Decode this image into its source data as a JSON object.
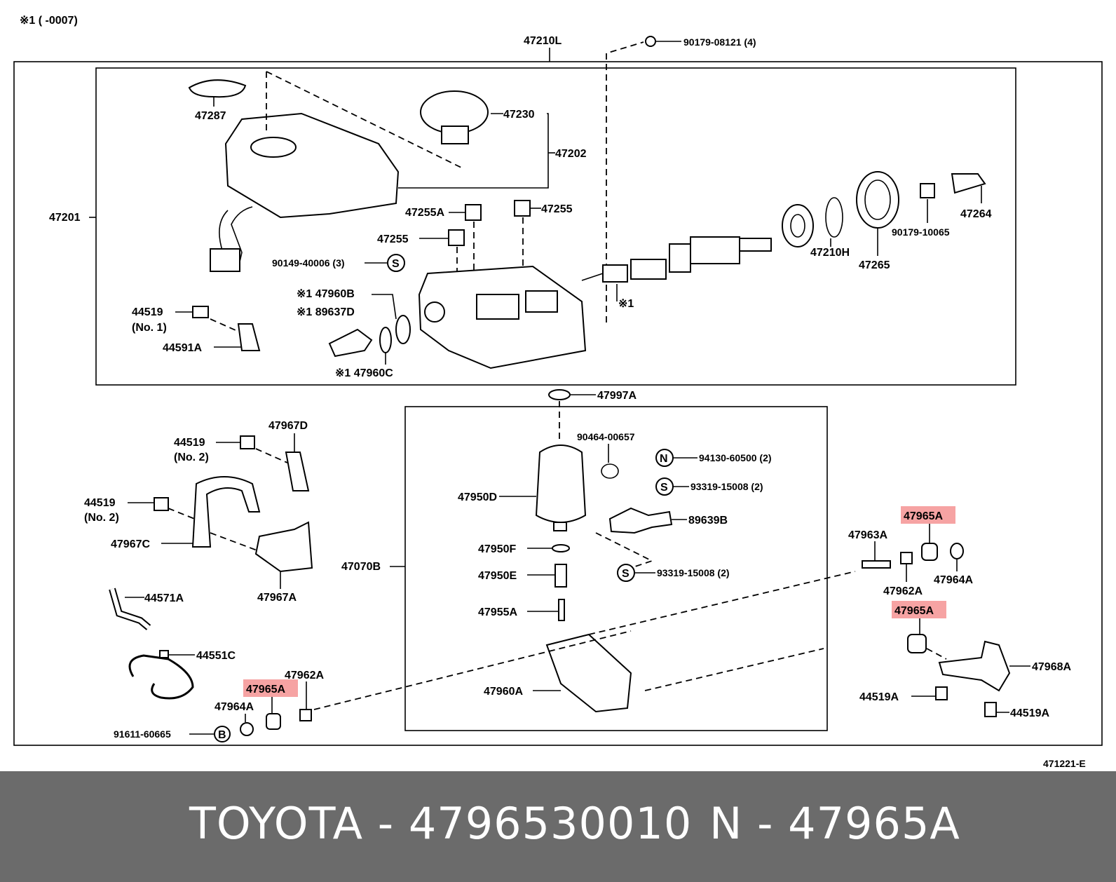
{
  "note_top": "※1 (      -0007)",
  "doc_code": "471221-E",
  "footer": {
    "left": "TOYOTA - 4796530010",
    "right": "N - 47965A"
  },
  "highlight_color": "#f6a3a3",
  "labels": {
    "l47210L": "47210L",
    "l90179_08121": "90179-08121 (4)",
    "l47287": "47287",
    "l47230": "47230",
    "l47202": "47202",
    "l47201": "47201",
    "l47255A": "47255A",
    "l47255_r": "47255",
    "l47255_l": "47255",
    "l90149": "90149-40006 (3)",
    "l47960B": "※1 47960B",
    "l89637D": "※1 89637D",
    "l47960C": "※1 47960C",
    "l44519_no1": "44519",
    "l44519_no1_sub": "(No. 1)",
    "l44591A": "44591A",
    "l47264": "47264",
    "l90179_10065": "90179-10065",
    "l47210H": "47210H",
    "l47265": "47265",
    "l_x1": "※1",
    "l47997A": "47997A",
    "l90464": "90464-00657",
    "l94130": "94130-60500 (2)",
    "l93319_a": "93319-15008 (2)",
    "l93319_b": "93319-15008 (2)",
    "l47950D": "47950D",
    "l89639B": "89639B",
    "l47950F": "47950F",
    "l47950E": "47950E",
    "l47955A": "47955A",
    "l47960A": "47960A",
    "l47070B": "47070B",
    "l44519_no2a": "44519",
    "l44519_no2a_sub": "(No. 2)",
    "l47967D": "47967D",
    "l44519_no2b": "44519",
    "l44519_no2b_sub": "(No. 2)",
    "l47967C": "47967C",
    "l47967A": "47967A",
    "l44571A": "44571A",
    "l44551C": "44551C",
    "l47965A_1": "47965A",
    "l47962A_1": "47962A",
    "l47964A_1": "47964A",
    "l91611": "91611-60665",
    "l47965A_2": "47965A",
    "l47963A": "47963A",
    "l47962A_2": "47962A",
    "l47964A_2": "47964A",
    "l47965A_3": "47965A",
    "l47968A": "47968A",
    "l44519A_1": "44519A",
    "l44519A_2": "44519A",
    "sym_S": "S",
    "sym_N": "N",
    "sym_B": "B"
  }
}
